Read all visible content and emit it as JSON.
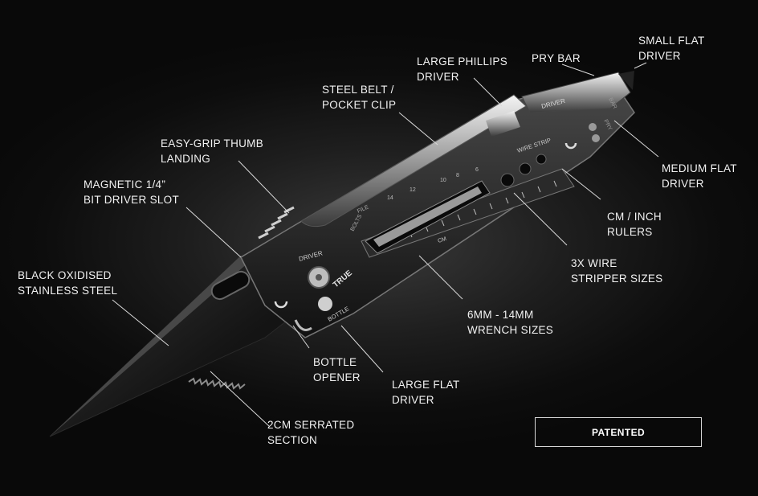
{
  "callouts": {
    "small_flat_driver": "SMALL FLAT\nDRIVER",
    "pry_bar": "PRY BAR",
    "large_phillips_driver": "LARGE PHILLIPS\nDRIVER",
    "steel_belt_clip": "STEEL BELT /\nPOCKET CLIP",
    "easy_grip_thumb": "EASY-GRIP THUMB\nLANDING",
    "magnetic_bit_slot": "MAGNETIC 1/4”\nBIT DRIVER SLOT",
    "medium_flat_driver": "MEDIUM FLAT\nDRIVER",
    "rulers": "CM / INCH\nRULERS",
    "wire_stripper": "3X WIRE\nSTRIPPER SIZES",
    "black_oxidised_steel": "BLACK OXIDISED\nSTAINLESS STEEL",
    "wrench_sizes": "6MM - 14MM\nWRENCH SIZES",
    "bottle_opener": "BOTTLE\nOPENER",
    "large_flat_driver": "LARGE FLAT\nDRIVER",
    "serrated_section": "2CM SERRATED\nSECTION"
  },
  "badge": {
    "patented": "PATENTED"
  },
  "tool_markings": {
    "driver_top": "DRIVER",
    "driver_body": "DRIVER",
    "wire_strip": "WIRE STRIP",
    "file": "FILE",
    "bolts": "BOLTS",
    "bottle": "BOTTLE",
    "cm": "CM",
    "bar": "BAR",
    "pry": "PRY",
    "brand": "TRUE",
    "wrench_sizes": [
      "14",
      "12",
      "10",
      "8",
      "6"
    ]
  },
  "colors": {
    "background": "#0c0c0c",
    "text": "#f2f2f2",
    "steel_light": "#d9d9d9",
    "blade_black": "#141414"
  }
}
